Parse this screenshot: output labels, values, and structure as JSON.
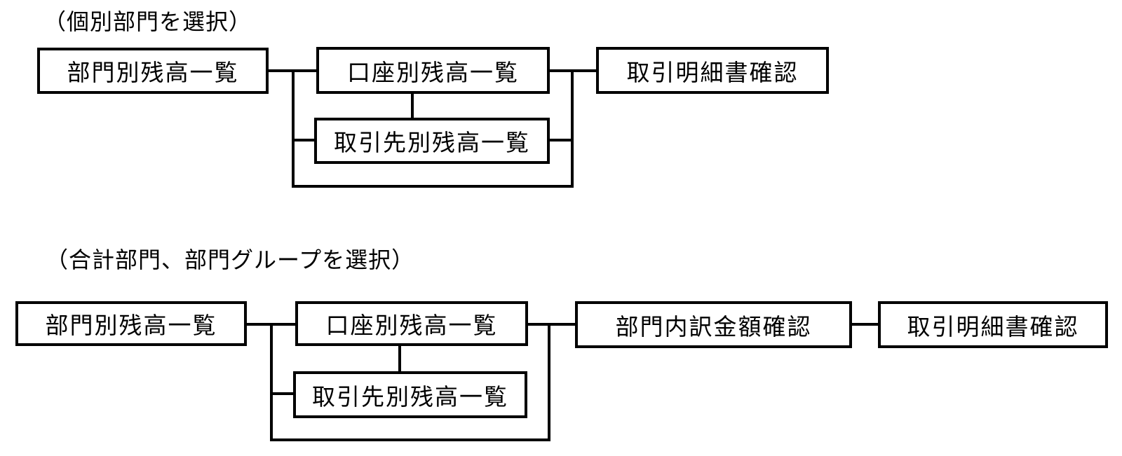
{
  "page": {
    "background_color": "#ffffff",
    "line_color": "#000000",
    "text_color": "#000000"
  },
  "sections": [
    {
      "label": "（個別部門を選択）",
      "boxes": [
        {
          "id": "department-balance-list",
          "label": "部門別残高一覧"
        },
        {
          "id": "account-balance-list",
          "label": "口座別残高一覧"
        },
        {
          "id": "transaction-statement-confirm",
          "label": "取引明細書確認"
        },
        {
          "id": "counterparty-balance-list",
          "label": "取引先別残高一覧"
        }
      ]
    },
    {
      "label": "（合計部門、部門グループを選択）",
      "boxes": [
        {
          "id": "department-balance-list",
          "label": "部門別残高一覧"
        },
        {
          "id": "account-balance-list",
          "label": "口座別残高一覧"
        },
        {
          "id": "department-breakdown-amount-confirm",
          "label": "部門内訳金額確認"
        },
        {
          "id": "transaction-statement-confirm",
          "label": "取引明細書確認"
        },
        {
          "id": "counterparty-balance-list",
          "label": "取引先別残高一覧"
        }
      ]
    }
  ]
}
